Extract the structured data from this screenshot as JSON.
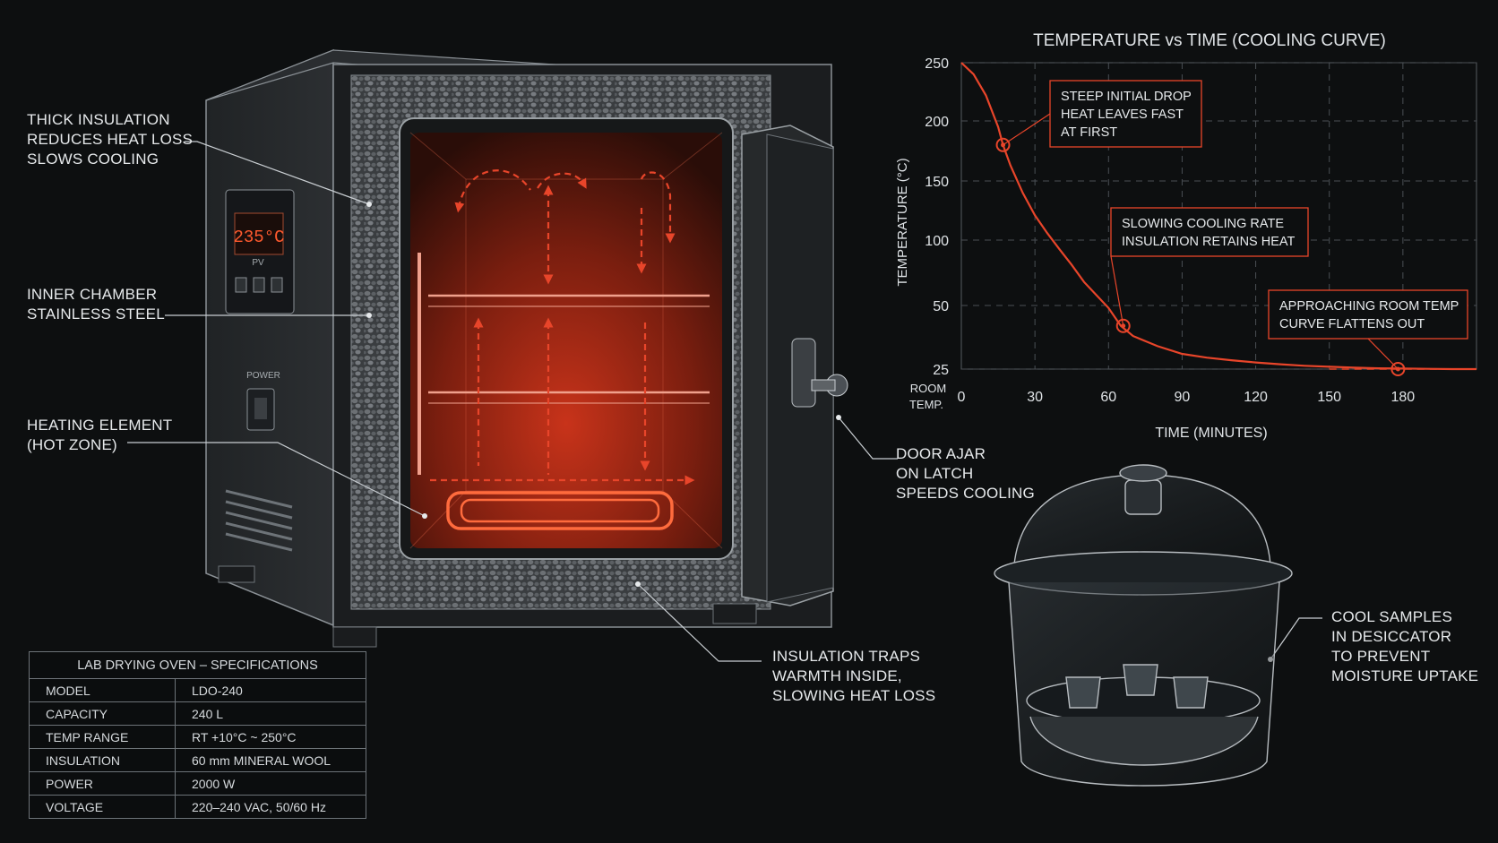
{
  "oven": {
    "display_reading": "235°C",
    "display_sublabel": "PV",
    "power_label": "POWER"
  },
  "callouts": {
    "insulation": [
      "THICK INSULATION",
      "REDUCES HEAT LOSS",
      "SLOWS COOLING"
    ],
    "chamber": [
      "INNER CHAMBER",
      "STAINLESS STEEL"
    ],
    "heating": [
      "HEATING ELEMENT",
      "(HOT ZONE)"
    ],
    "door": [
      "DOOR AJAR",
      "ON LATCH",
      "SPEEDS COOLING"
    ],
    "traps": [
      "INSULATION TRAPS",
      "WARMTH INSIDE,",
      "SLOWING HEAT LOSS"
    ],
    "desiccator": [
      "COOL SAMPLES",
      "IN DESICCATOR",
      "TO PREVENT",
      "MOISTURE UPTAKE"
    ]
  },
  "specs": {
    "title": "LAB DRYING OVEN – SPECIFICATIONS",
    "rows": [
      {
        "key": "MODEL",
        "value": "LDO-240"
      },
      {
        "key": "CAPACITY",
        "value": "240 L"
      },
      {
        "key": "TEMP RANGE",
        "value": "RT +10°C ~ 250°C"
      },
      {
        "key": "INSULATION",
        "value": "60 mm MINERAL WOOL"
      },
      {
        "key": "POWER",
        "value": "2000 W"
      },
      {
        "key": "VOLTAGE",
        "value": "220–240 VAC, 50/60 Hz"
      }
    ]
  },
  "chart_data": {
    "type": "line",
    "title": "TEMPERATURE vs TIME (COOLING CURVE)",
    "xlabel": "TIME (MINUTES)",
    "ylabel": "TEMPERATURE (°C)",
    "xlim": [
      0,
      210
    ],
    "ylim": [
      25,
      250
    ],
    "x_ticks": [
      0,
      30,
      60,
      90,
      120,
      150,
      180
    ],
    "y_ticks": [
      25,
      50,
      100,
      150,
      200,
      250
    ],
    "y_ticks_display": [
      "25",
      "50",
      "100",
      "150",
      "200",
      "250"
    ],
    "baseline_label": [
      "ROOM",
      "TEMP."
    ],
    "grid": true,
    "series": [
      {
        "color": "#e8452a",
        "x": [
          0,
          5,
          10,
          15,
          17,
          20,
          25,
          30,
          35,
          40,
          45,
          50,
          55,
          60,
          65,
          70,
          80,
          90,
          100,
          110,
          120,
          130,
          140,
          150,
          160,
          170,
          180,
          190,
          200,
          210
        ],
        "y": [
          250,
          240,
          222,
          195,
          180,
          163,
          140,
          121,
          106,
          93,
          81,
          68,
          58,
          49,
          42,
          38,
          34,
          31,
          29.5,
          28.5,
          27.6,
          26.9,
          26.3,
          25.9,
          25.6,
          25.3,
          25.2,
          25.1,
          25,
          25
        ]
      }
    ],
    "annotations": [
      {
        "x": 17,
        "y": 180,
        "lines": [
          "STEEP INITIAL DROP",
          "HEAT LEAVES FAST",
          "AT FIRST"
        ]
      },
      {
        "x": 66,
        "y": 42,
        "lines": [
          "SLOWING COOLING RATE",
          "INSULATION RETAINS HEAT"
        ]
      },
      {
        "x": 178,
        "y": 25,
        "lines": [
          "APPROACHING ROOM TEMP",
          "CURVE FLATTENS OUT"
        ]
      }
    ]
  }
}
